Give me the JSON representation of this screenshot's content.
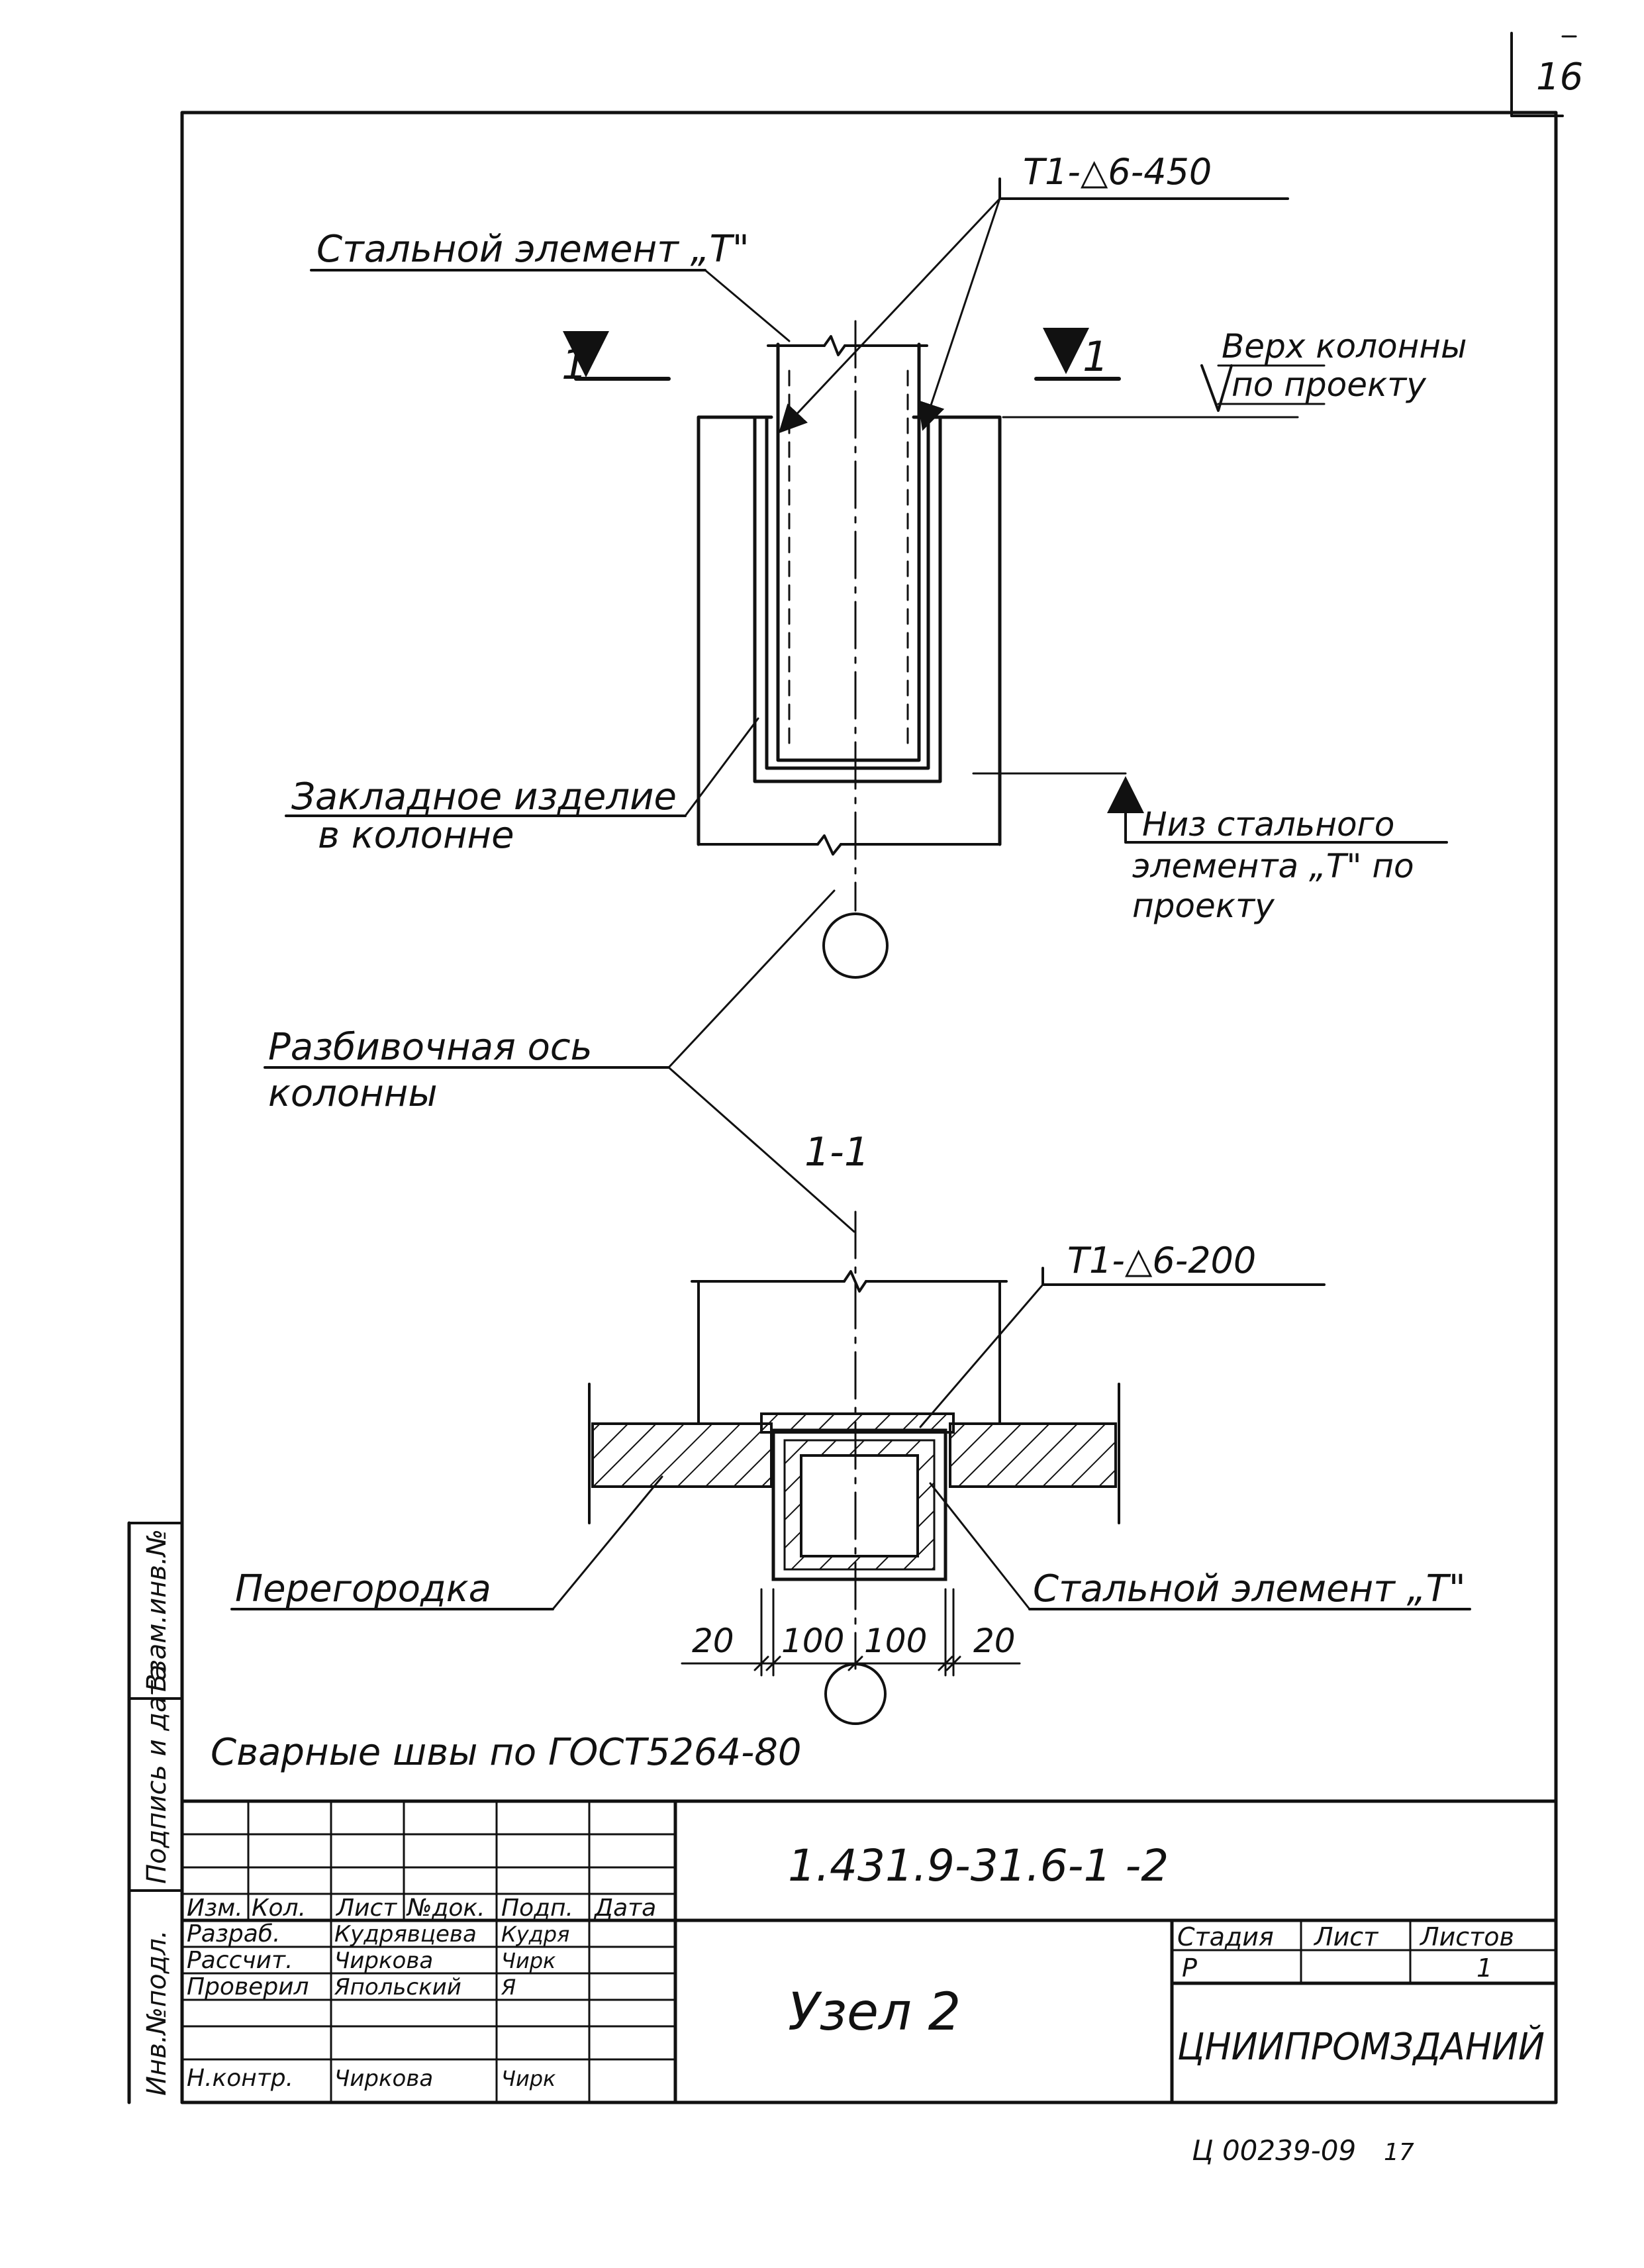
{
  "sheet_corner_number": "16",
  "drawing": {
    "weld_top": "T1-△6-450",
    "label_steel_element_top": "Стальной элемент „Т\"",
    "section_mark_left": "1",
    "section_mark_right": "1",
    "label_column_top": "Верх колонны",
    "label_column_top_2": "по проекту",
    "label_embedded_part": "Закладное изделие",
    "label_embedded_part_2": "в колонне",
    "label_steel_bottom": "Низ стального",
    "label_steel_bottom_2": "элемента „Т\" по",
    "label_steel_bottom_3": "проекту",
    "label_axis": "Разбивочная ось",
    "label_axis_2": "колонны",
    "section_title": "1-1",
    "weld_section": "T1-△6-200",
    "label_partition": "Перегородка",
    "label_steel_element_bottom": "Стальной элемент „Т\"",
    "dims": [
      "20",
      "100",
      "100",
      "20"
    ],
    "welds_note": "Сварные швы по ГОСТ5264-80"
  },
  "side_stamp": [
    "Инв.№подл.",
    "Подпись и дата",
    "Взам.инв.№"
  ],
  "title_block": {
    "doc_code": "1.431.9-31.6-1 -2",
    "headers": [
      "Изм.",
      "Кол.",
      "Лист",
      "№док.",
      "Подп.",
      "Дата"
    ],
    "rows": [
      {
        "role": "Разраб.",
        "name": "Кудрявцева",
        "sign": "Кудря"
      },
      {
        "role": "Рассчит.",
        "name": "Чиркова",
        "sign": "Чирк"
      },
      {
        "role": "Проверил",
        "name": "Япольский",
        "sign": "Я"
      },
      {
        "role": "Н.контр.",
        "name": "Чиркова",
        "sign": "Чирк"
      }
    ],
    "title": "Узел 2",
    "stage_header": "Стадия",
    "sheet_header": "Лист",
    "sheets_header": "Листов",
    "stage": "Р",
    "sheets": "1",
    "org": "ЦНИИПРОМЗДАНИЙ"
  },
  "archive_number": "Ц 00239-09",
  "archive_number_2": "17"
}
